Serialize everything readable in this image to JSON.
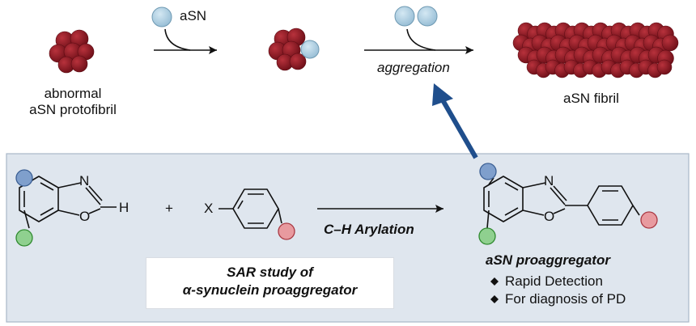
{
  "top": {
    "reactant_label_line1": "abnormal",
    "reactant_label_line2": "aSN protofibril",
    "monomer_label": "aSN",
    "aggregation_label": "aggregation",
    "product_label": "aSN fibril"
  },
  "panel": {
    "reagent_atoms": {
      "N": "N",
      "O": "O",
      "H": "H",
      "X": "X"
    },
    "plus": "+",
    "reaction_label": "C–H Arylation",
    "sar_line1": "SAR study of",
    "sar_line2": "α-synuclein proaggregator",
    "product_atoms": {
      "N": "N",
      "O": "O"
    },
    "product_title": "aSN proaggregator",
    "bullets": [
      "Rapid Detection",
      "For diagnosis of PD"
    ]
  },
  "colors": {
    "protofibril": "#8b1520",
    "monomer": "#a9cbe0",
    "panel_bg": "#dfe6ee",
    "panel_border": "#a9b8c8",
    "blue_arrow": "#1f4e8c",
    "sub_blue": "#7f9fcc",
    "sub_green": "#8fd08f",
    "sub_red": "#e89a9f"
  }
}
